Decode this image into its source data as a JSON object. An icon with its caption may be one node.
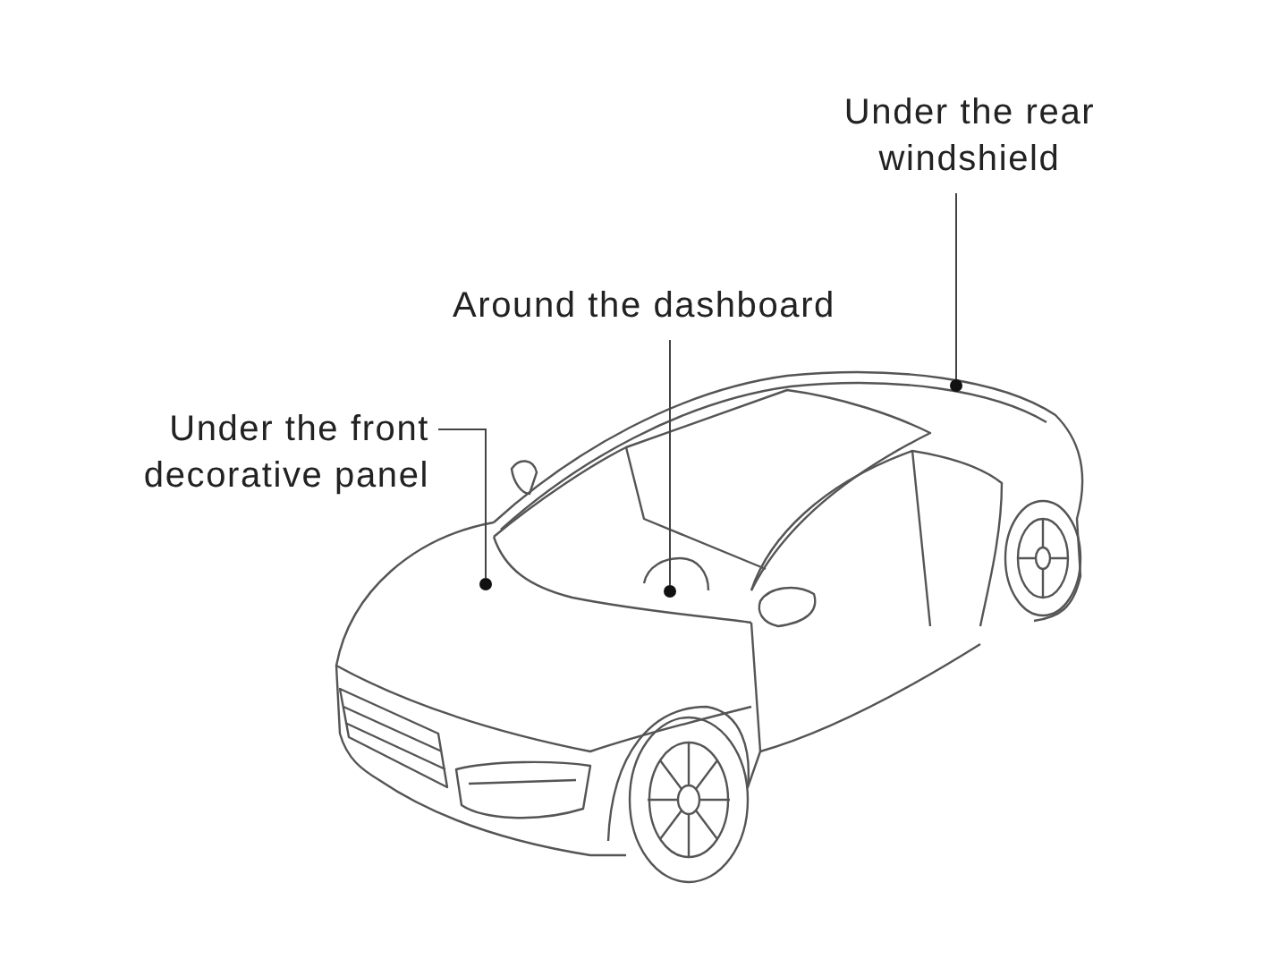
{
  "diagram": {
    "nodes": [
      {
        "text": [
          "Under the rear windshield"
        ]
      },
      {
        "text": [
          "Around the dashboard"
        ]
      },
      {
        "text": [
          "Under the front decorative panel"
        ]
      },
      {
        "text": [],
        "shape": "circle"
      },
      {
        "text": [],
        "shape": "circle"
      },
      {
        "text": [],
        "shape": "circle"
      }
    ],
    "edges": [
      {
        "from": 0,
        "to": 5,
        "arrow": "none"
      },
      {
        "from": 1,
        "to": 4,
        "arrow": "none"
      },
      {
        "from": 2,
        "to": 3,
        "arrow": "none"
      }
    ]
  }
}
